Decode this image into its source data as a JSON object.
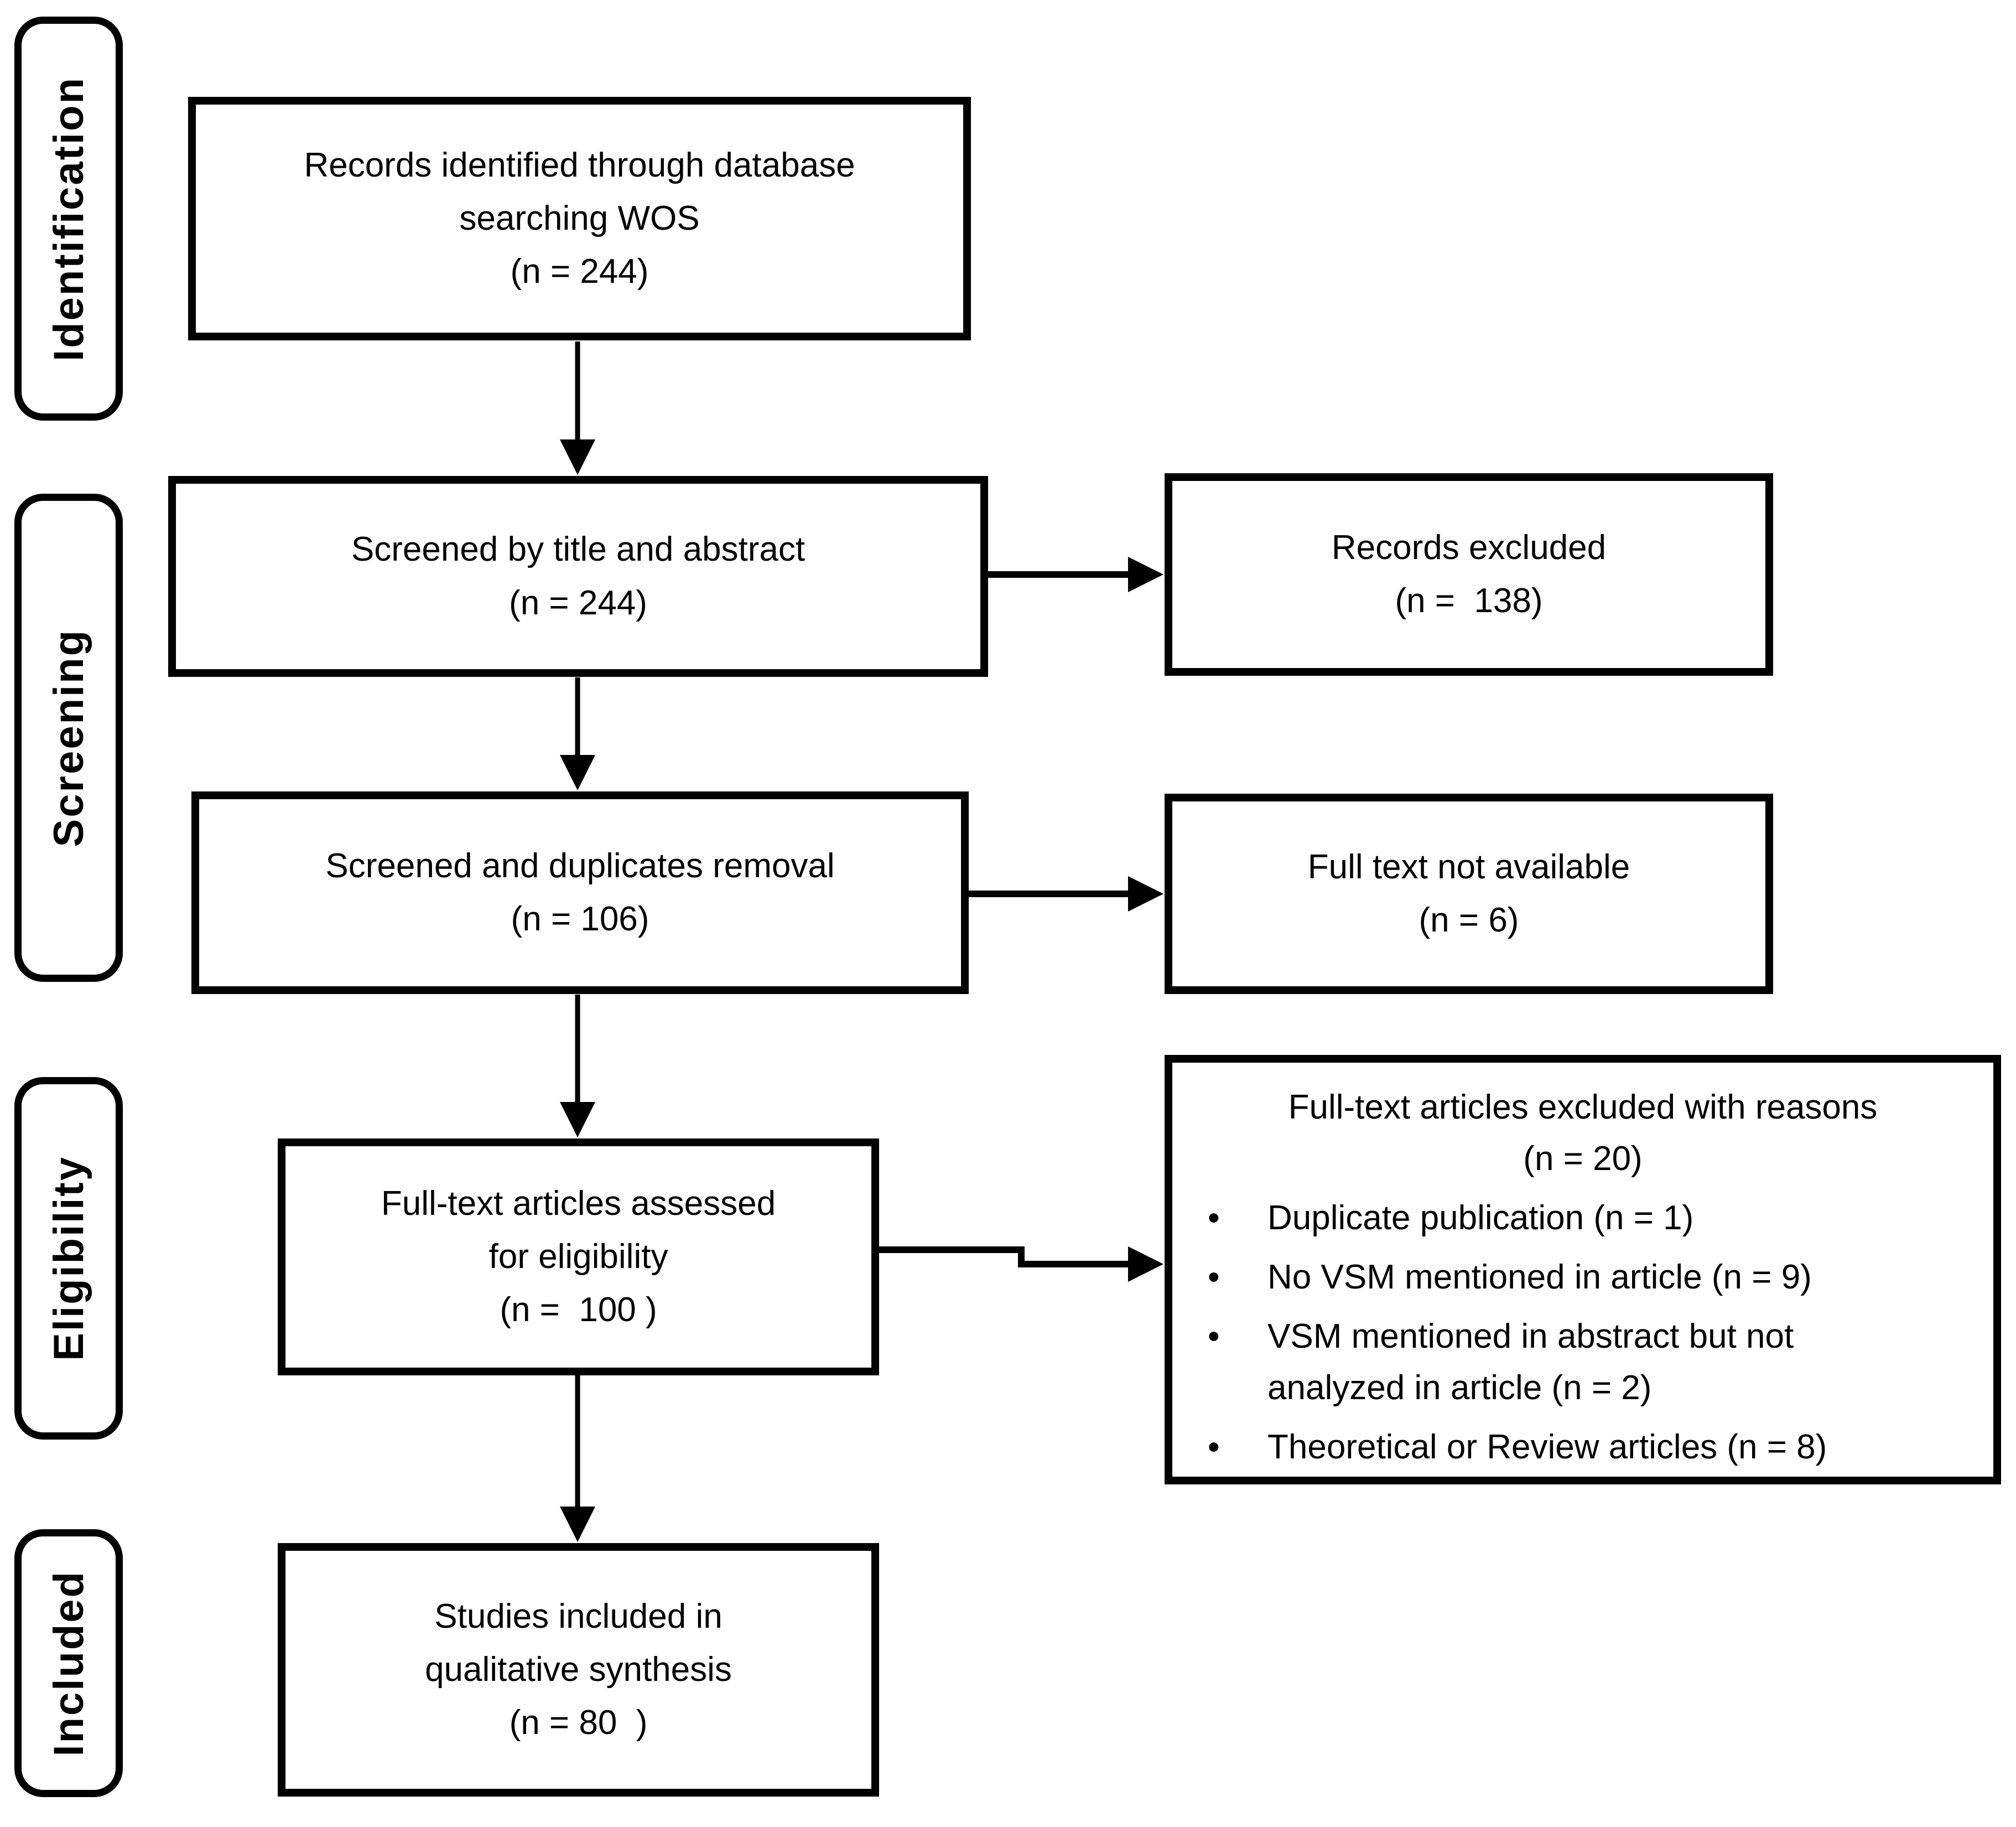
{
  "stages": [
    {
      "label": "Identification"
    },
    {
      "label": "Screening"
    },
    {
      "label": "Eligibility"
    },
    {
      "label": "Included"
    }
  ],
  "boxes": {
    "records_identified": {
      "lines": [
        "Records identified through database",
        "searching WOS",
        "(n = 244)"
      ]
    },
    "screened_title_abstract": {
      "lines": [
        "Screened by title and abstract",
        "(n = 244)"
      ]
    },
    "records_excluded": {
      "lines": [
        "Records excluded",
        "(n =  138)"
      ]
    },
    "screened_duplicates": {
      "lines": [
        "Screened and duplicates removal",
        "(n = 106)"
      ]
    },
    "full_text_not_available": {
      "lines": [
        "Full text not available",
        "(n = 6)"
      ]
    },
    "full_text_assessed": {
      "lines": [
        "Full-text articles assessed",
        "for eligibility",
        "(n =  100 )"
      ]
    },
    "excluded_reasons": {
      "title_lines": [
        "Full-text articles excluded with reasons",
        "(n = 20)"
      ],
      "items": [
        "Duplicate publication (n = 1)",
        "No VSM mentioned in article (n = 9)",
        "VSM mentioned in abstract but not analyzed in article (n = 2)",
        "Theoretical or Review articles (n = 8)"
      ]
    },
    "studies_included": {
      "lines": [
        "Studies included in",
        "qualitative synthesis",
        "(n = 80  )"
      ]
    }
  },
  "colors": {
    "border": "#000000",
    "text": "#000000",
    "background": "#ffffff"
  }
}
